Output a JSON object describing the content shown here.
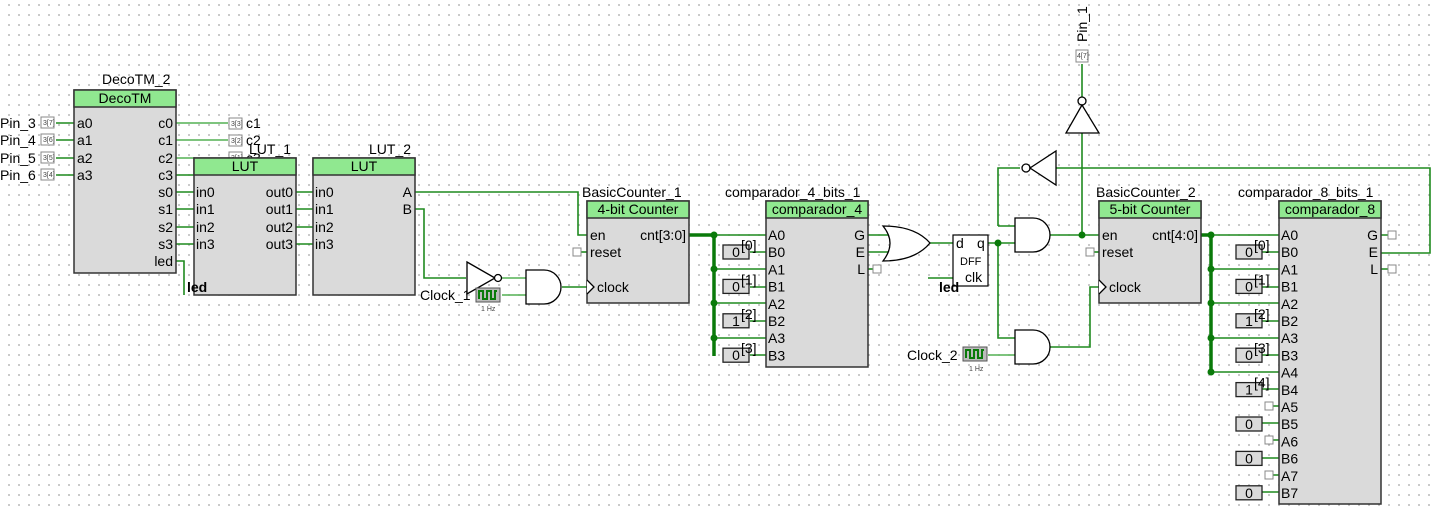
{
  "app": {
    "kind": "logic-circuit-schematic"
  },
  "components": {
    "deco": {
      "instance": "DecoTM_2",
      "type": "DecoTM",
      "inputs": [
        "a0",
        "a1",
        "a2",
        "a3"
      ],
      "outputs": [
        "c0",
        "c1",
        "c2",
        "c3",
        "s0",
        "s1",
        "s2",
        "s3",
        "led"
      ]
    },
    "lut1": {
      "instance": "LUT_1",
      "type": "LUT",
      "inputs": [
        "in0",
        "in1",
        "in2",
        "in3"
      ],
      "outputs": [
        "out0",
        "out1",
        "out2",
        "out3"
      ]
    },
    "lut2": {
      "instance": "LUT_2",
      "type": "LUT",
      "inputs": [
        "in0",
        "in1",
        "in2",
        "in3"
      ],
      "outputs": [
        "A",
        "B"
      ]
    },
    "counter1": {
      "instance": "BasicCounter_1",
      "type": "4-bit Counter",
      "ports": [
        "en",
        "reset",
        "clock"
      ],
      "output": "cnt[3:0]"
    },
    "cmp4": {
      "instance": "comparador_4_bits_1",
      "type": "comparador_4",
      "inputs": [
        "A0",
        "B0",
        "A1",
        "B1",
        "A2",
        "B2",
        "A3",
        "B3"
      ],
      "outputs": [
        "G",
        "E",
        "L"
      ],
      "constants": [
        "0",
        "0",
        "1",
        "0"
      ],
      "bit_labels": [
        "[0]",
        "[1]",
        "[2]",
        "[3]"
      ]
    },
    "dff": {
      "type": "DFF",
      "ports": [
        "d",
        "q",
        "clk"
      ]
    },
    "counter2": {
      "instance": "BasicCounter_2",
      "type": "5-bit Counter",
      "ports": [
        "en",
        "reset",
        "clock"
      ],
      "output": "cnt[4:0]"
    },
    "cmp8": {
      "instance": "comparador_8_bits_1",
      "type": "comparador_8",
      "inputs": [
        "A0",
        "B0",
        "A1",
        "B1",
        "A2",
        "B2",
        "A3",
        "B3",
        "A4",
        "B4",
        "A5",
        "B5",
        "A6",
        "B6",
        "A7",
        "B7"
      ],
      "outputs": [
        "G",
        "E",
        "L"
      ],
      "constants": [
        "0",
        "0",
        "1",
        "0",
        "1",
        "0",
        "0",
        "0"
      ],
      "bit_labels": [
        "[0]",
        "[1]",
        "[2]",
        "[3]",
        "[4]"
      ]
    }
  },
  "pins": {
    "inputs": [
      {
        "name": "Pin_3",
        "glyph": "3[7]"
      },
      {
        "name": "Pin_4",
        "glyph": "3[6]"
      },
      {
        "name": "Pin_5",
        "glyph": "3[5]"
      },
      {
        "name": "Pin_6",
        "glyph": "3[4]"
      }
    ],
    "outputs": [
      {
        "name": "c1",
        "glyph": "3[3]"
      },
      {
        "name": "c2",
        "glyph": "3[2]"
      },
      {
        "name": "c3",
        "glyph": "3[1]"
      }
    ],
    "pin1": {
      "name": "Pin_1",
      "glyph": "4[7]"
    }
  },
  "tunnels": {
    "led1": "led",
    "led2": "led"
  },
  "clocks": [
    {
      "name": "Clock_1",
      "freq": "1 Hz"
    },
    {
      "name": "Clock_2",
      "freq": "1 Hz"
    }
  ]
}
